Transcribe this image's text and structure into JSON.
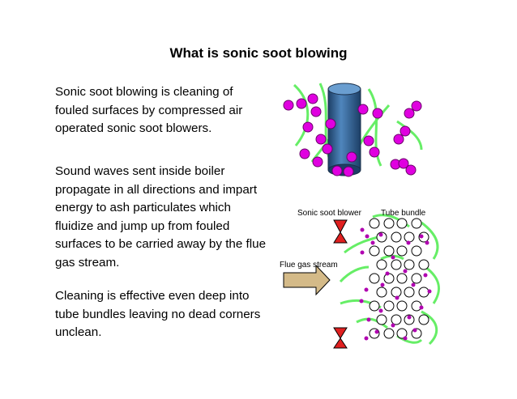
{
  "slide": {
    "title": "What is sonic soot blowing",
    "paragraphs": [
      "Sonic soot blowing is cleaning of fouled surfaces by compressed air operated sonic soot blowers.",
      "Sound waves sent inside boiler propagate in all directions and impart energy to ash particulates which fluidize and jump up from fouled surfaces to be carried away by the flue gas stream.",
      "Cleaning is effective even deep into tube bundles leaving no dead corners unclean."
    ]
  },
  "diagram": {
    "labels": {
      "sonic_soot_blower": "Sonic soot blower",
      "tube_bundle": "Tube bundle",
      "flue_gas_stream": "Flue gas stream"
    },
    "colors": {
      "particle": "#e000e0",
      "wave": "#66ee66",
      "tube": "#2f5f8f",
      "horn": "#e02020",
      "arrow": "#d4ba88",
      "small_dot": "#b000b0"
    }
  }
}
